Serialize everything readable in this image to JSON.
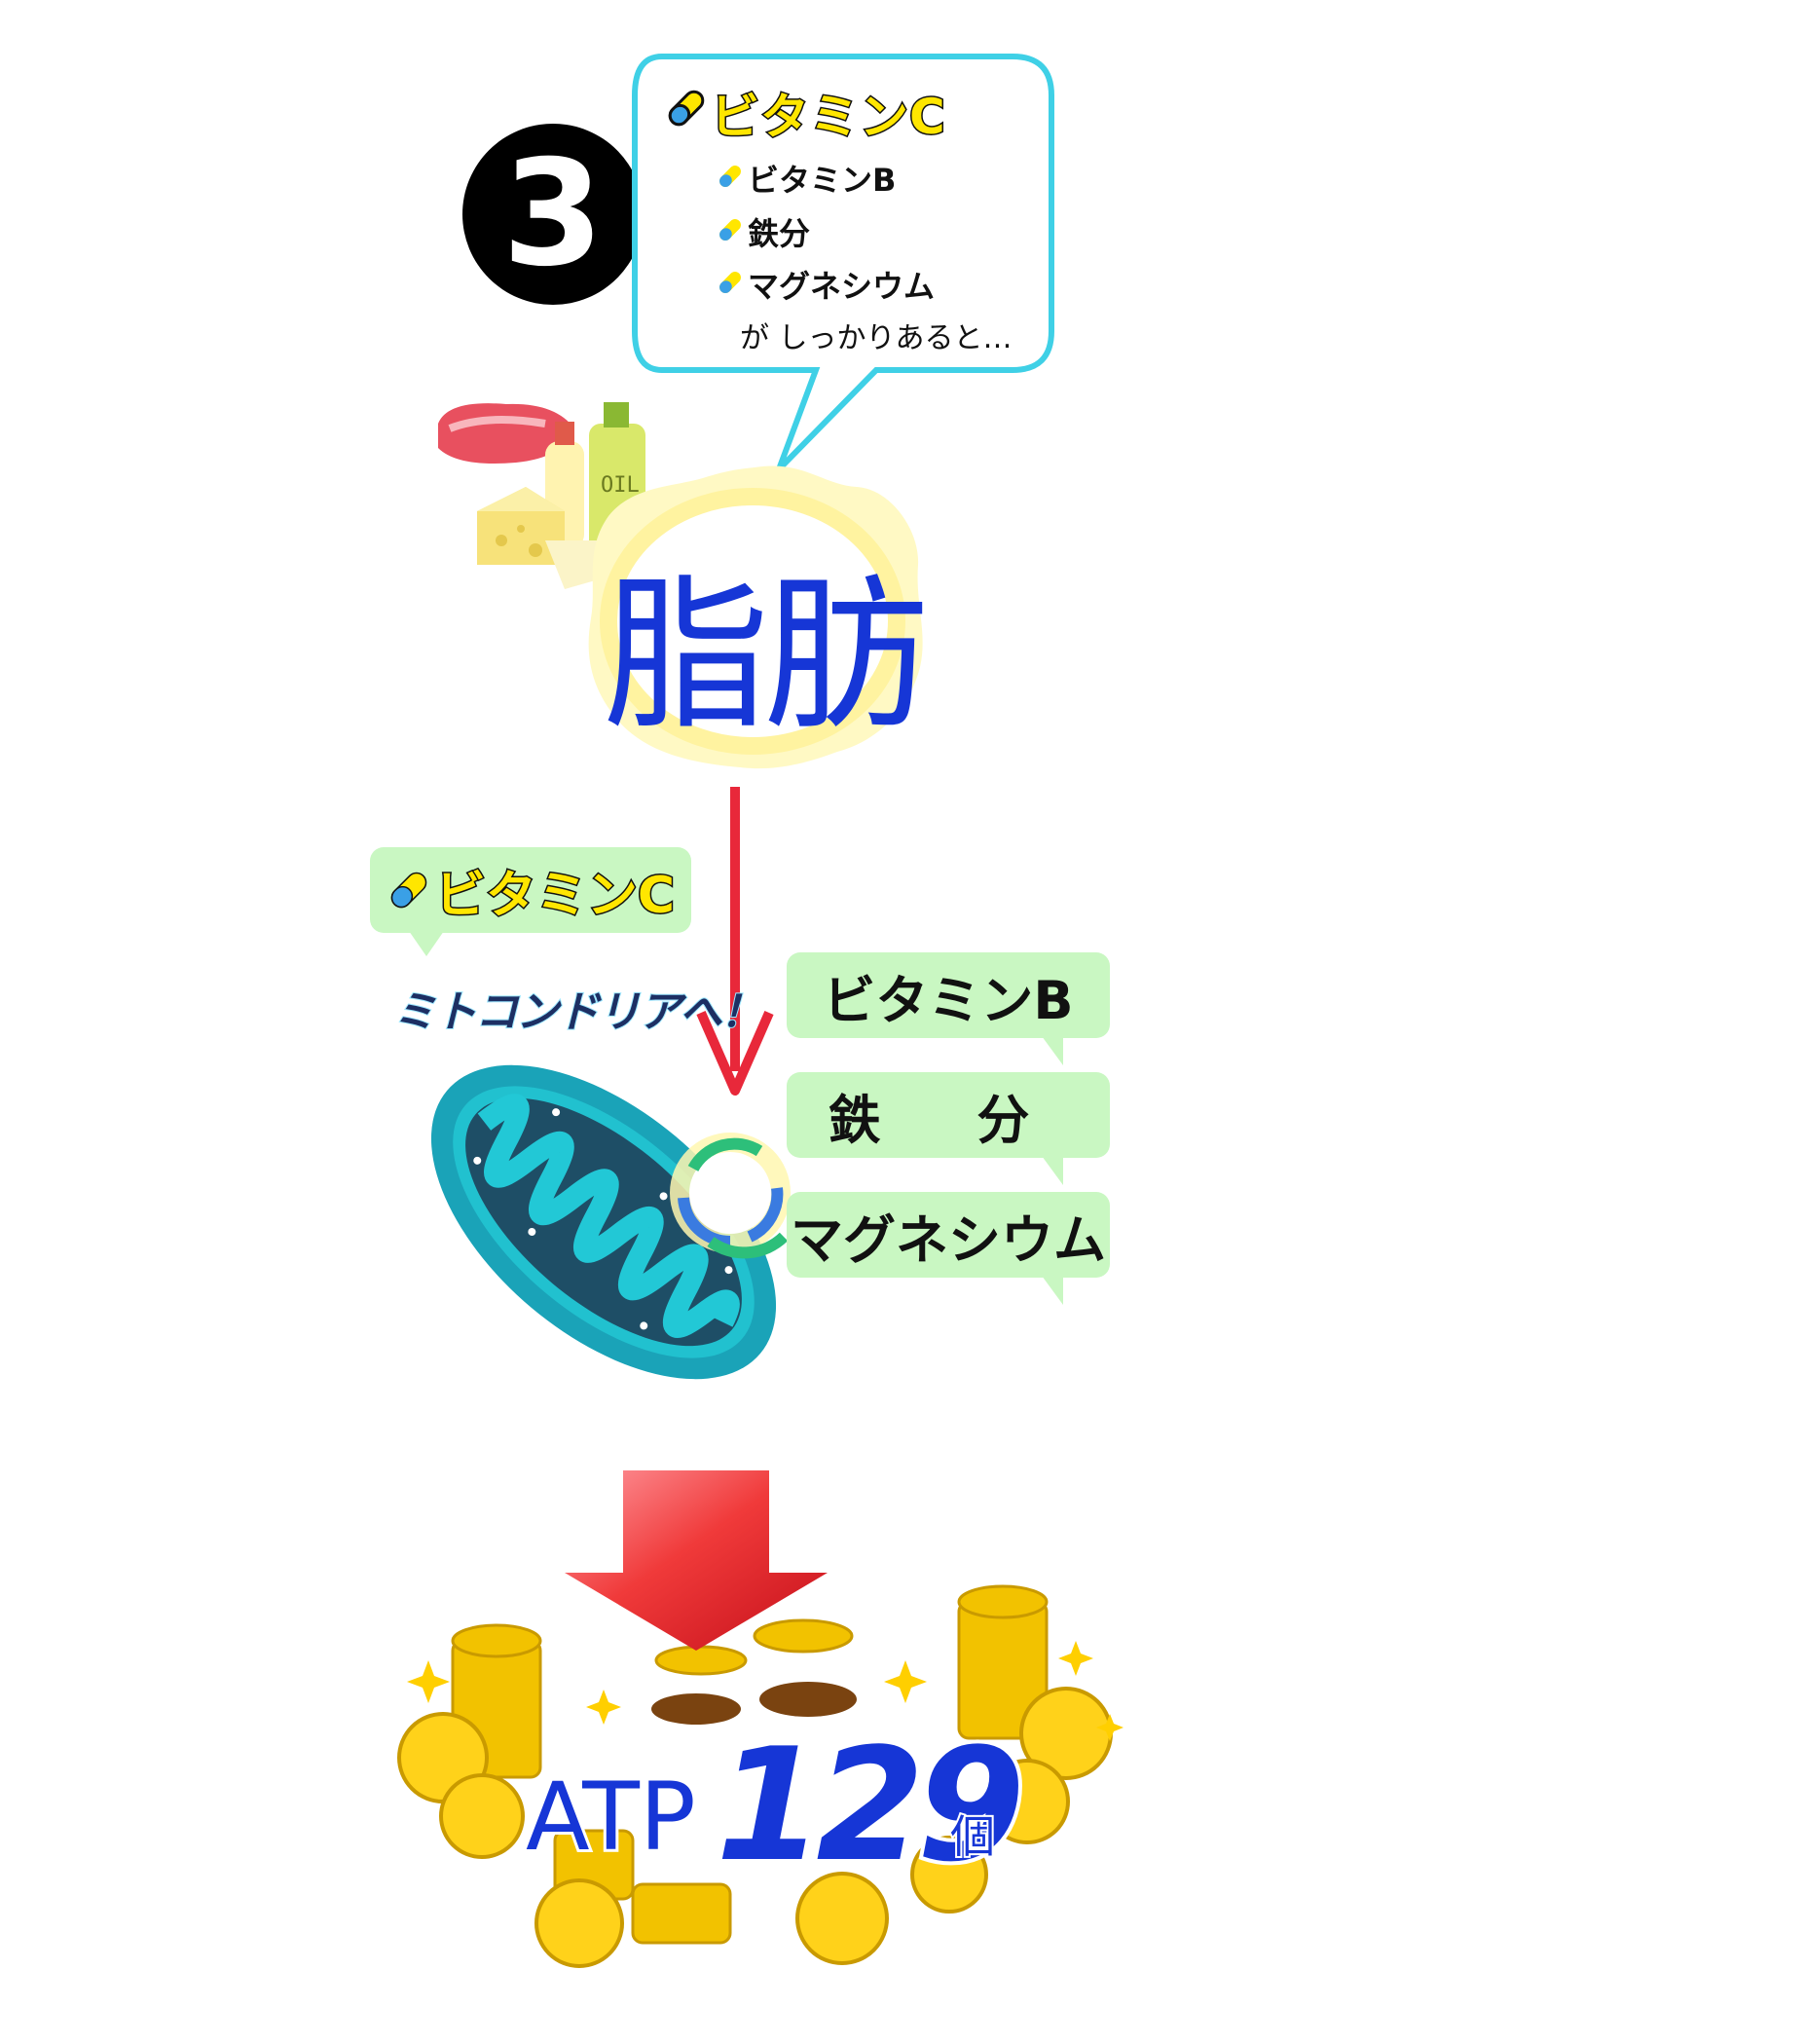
{
  "step": {
    "number": "3"
  },
  "bubble": {
    "title": "ビタミンC",
    "items": [
      {
        "label": "ビタミンB"
      },
      {
        "label": "鉄分"
      },
      {
        "label": "マグネシウム"
      }
    ],
    "footer": "が しっかりあると…"
  },
  "fat": {
    "label": "脂肪",
    "oil_label": "OIL"
  },
  "mito": {
    "vitamin_c_label": "ビタミンC",
    "caption": "ミトコンドリアへ！",
    "tags": [
      {
        "label": "ビタミンB"
      },
      {
        "label": "鉄 分"
      },
      {
        "label": "マグネシウム"
      }
    ]
  },
  "atp": {
    "prefix": "ATP",
    "count": "129",
    "unit": "個"
  },
  "colors": {
    "accent_blue": "#1636d6",
    "bubble_border": "#3fd0e6",
    "tag_green": "#c9f7c2",
    "arrow_red": "#e8283a",
    "coin_gold": "#f2c200"
  }
}
